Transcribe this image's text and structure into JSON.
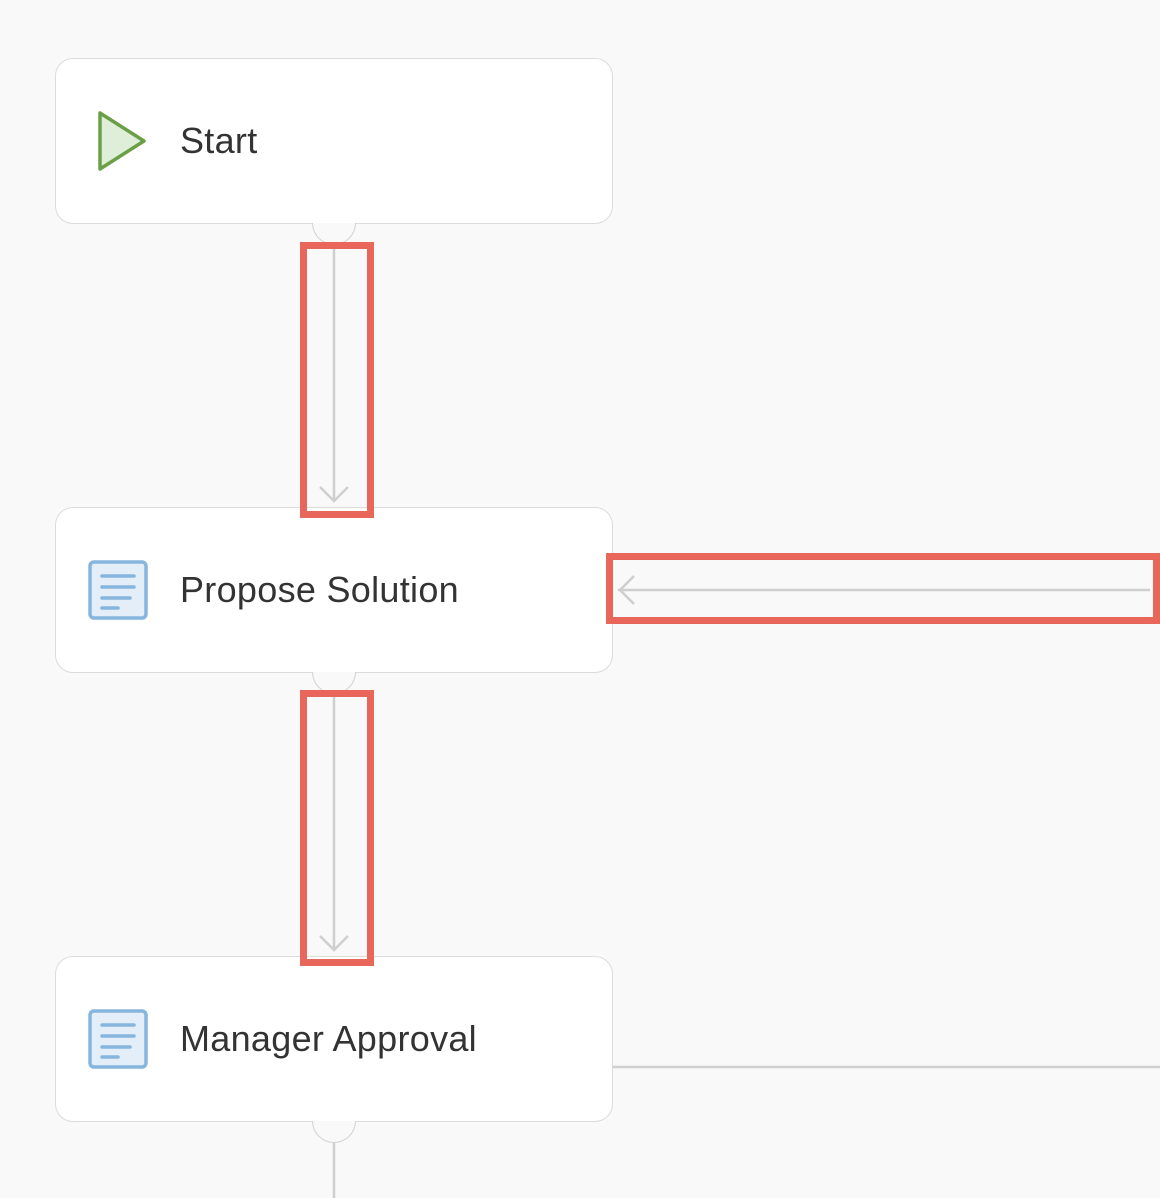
{
  "flow": {
    "nodes": [
      {
        "id": "start",
        "title": "Start",
        "icon": "play-icon",
        "icon_color": "#6a9f45",
        "icon_fill": "#dfeed8"
      },
      {
        "id": "propose",
        "title": "Propose Solution",
        "icon": "form-icon",
        "icon_color": "#86b6dd",
        "icon_fill": "#e3eef8"
      },
      {
        "id": "approval",
        "title": "Manager Approval",
        "icon": "form-icon",
        "icon_color": "#86b6dd",
        "icon_fill": "#e3eef8"
      }
    ],
    "connectors": [
      {
        "from": "start",
        "to": "propose",
        "highlighted": true
      },
      {
        "from": "outside-right",
        "to": "propose",
        "highlighted": true
      },
      {
        "from": "propose",
        "to": "approval",
        "highlighted": true
      },
      {
        "from": "approval",
        "to": "outside-right",
        "highlighted": false
      },
      {
        "from": "approval",
        "to": "outside-bottom",
        "highlighted": false
      }
    ]
  },
  "colors": {
    "canvas_bg": "#f9f9f9",
    "node_border": "#dcdcdc",
    "connector": "#cfcfcf",
    "highlight": "#e8665a",
    "text": "#333333"
  }
}
